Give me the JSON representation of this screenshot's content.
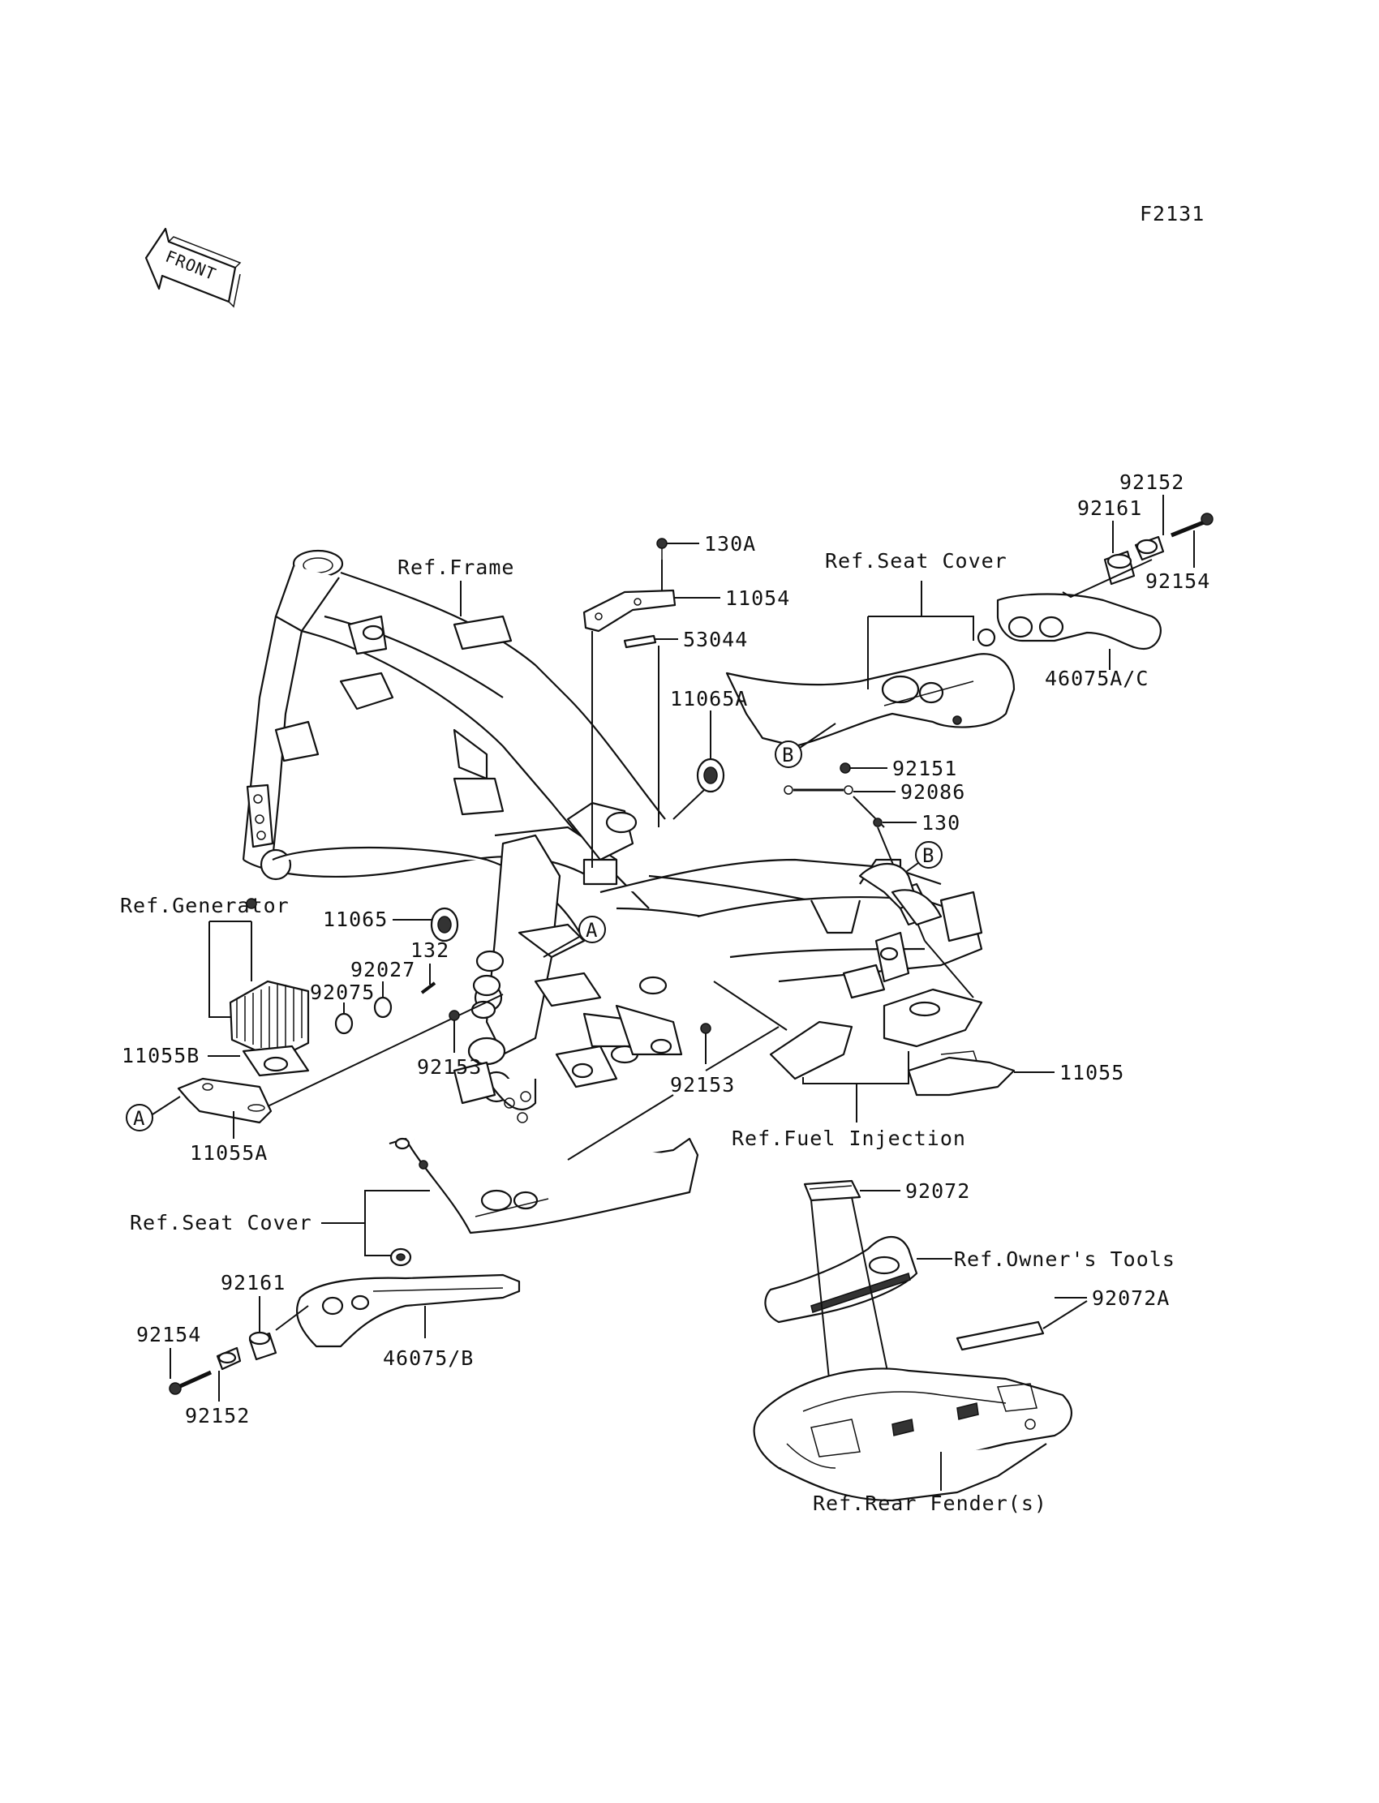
{
  "diagram_code": "F2131",
  "front_label": "FRONT",
  "labels": {
    "p130A": "130A",
    "p11054": "11054",
    "p53044": "53044",
    "ref_frame": "Ref.Frame",
    "ref_seat_cover_top": "Ref.Seat Cover",
    "p92152_top": "92152",
    "p92161_top": "92161",
    "p92154_top": "92154",
    "p46075AC": "46075A/C",
    "p11065A": "11065A",
    "p92151": "92151",
    "p92086": "92086",
    "p130": "130",
    "ref_generator": "Ref.Generator",
    "p11065": "11065",
    "p132": "132",
    "p92027": "92027",
    "p92075": "92075",
    "p11055B": "11055B",
    "p92153_left": "92153",
    "p92153_mid": "92153",
    "p11055": "11055",
    "p11055A": "11055A",
    "ref_fuel_injection": "Ref.Fuel Injection",
    "ref_seat_cover_bottom": "Ref.Seat Cover",
    "p92072": "92072",
    "ref_owners_tools": "Ref.Owner's Tools",
    "p92072A": "92072A",
    "p92161_bottom": "92161",
    "p92154_bottom": "92154",
    "p46075B": "46075/B",
    "p92152_bottom": "92152",
    "ref_rear_fender": "Ref.Rear Fender(s)"
  },
  "callouts": {
    "A": "A",
    "B": "B"
  }
}
